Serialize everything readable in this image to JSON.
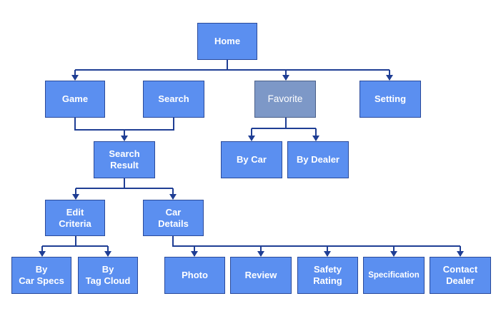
{
  "diagram": {
    "home": "Home",
    "game": "Game",
    "search": "Search",
    "favorite": "Favorite",
    "setting": "Setting",
    "search_result": "Search\nResult",
    "by_car": "By Car",
    "by_dealer": "By Dealer",
    "edit_criteria": "Edit\nCriteria",
    "car_details": "Car\nDetails",
    "by_car_specs": "By\nCar Specs",
    "by_tag_cloud": "By\nTag Cloud",
    "photo": "Photo",
    "review": "Review",
    "safety_rating": "Safety\nRating",
    "specification": "Specification",
    "contact_dealer": "Contact\nDealer"
  },
  "colors": {
    "node_fill": "#5b8ff0",
    "node_dim_fill": "#7d98c7",
    "connector": "#1f3e94"
  }
}
